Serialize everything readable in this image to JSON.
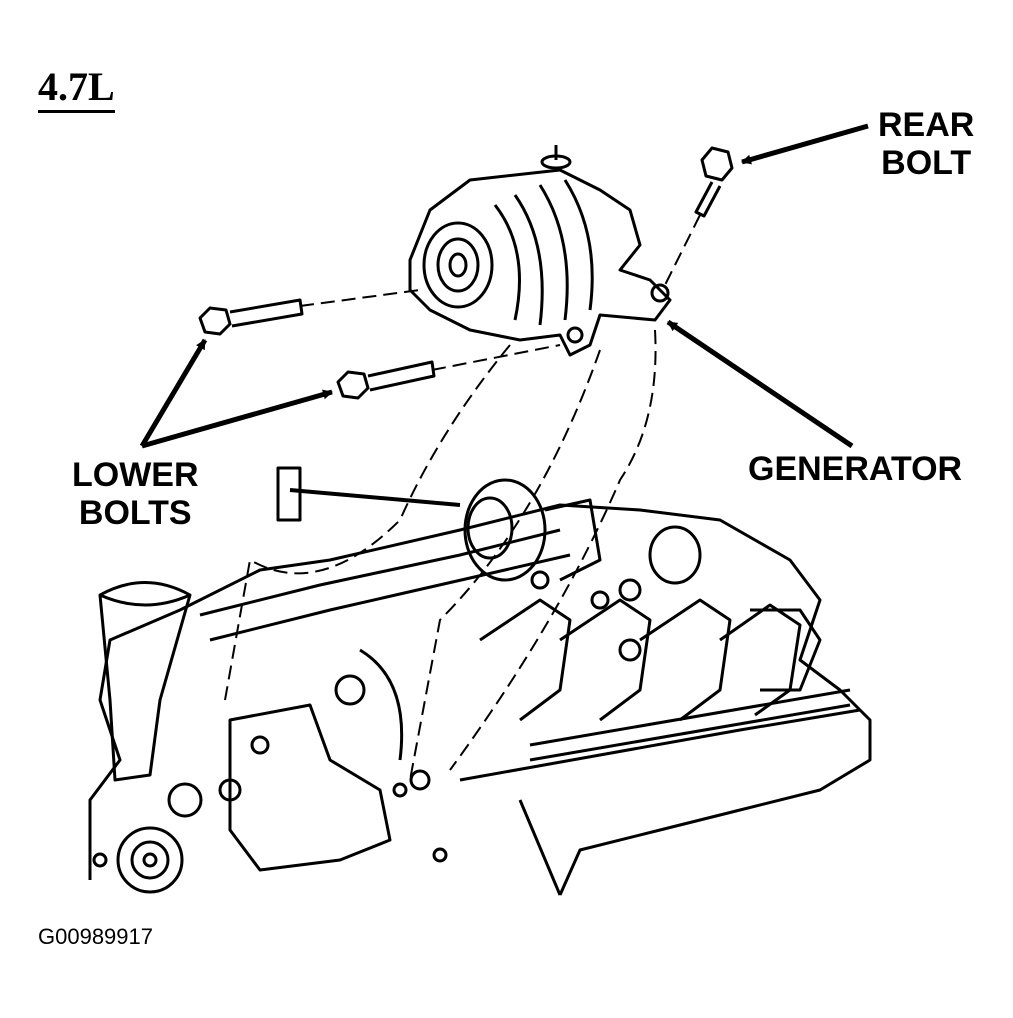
{
  "engine_label": "4.7L",
  "callouts": {
    "rear_bolt": [
      "REAR",
      "BOLT"
    ],
    "generator": "GENERATOR",
    "lower_bolts": [
      "LOWER",
      "BOLTS"
    ]
  },
  "figure_id": "G00989917"
}
